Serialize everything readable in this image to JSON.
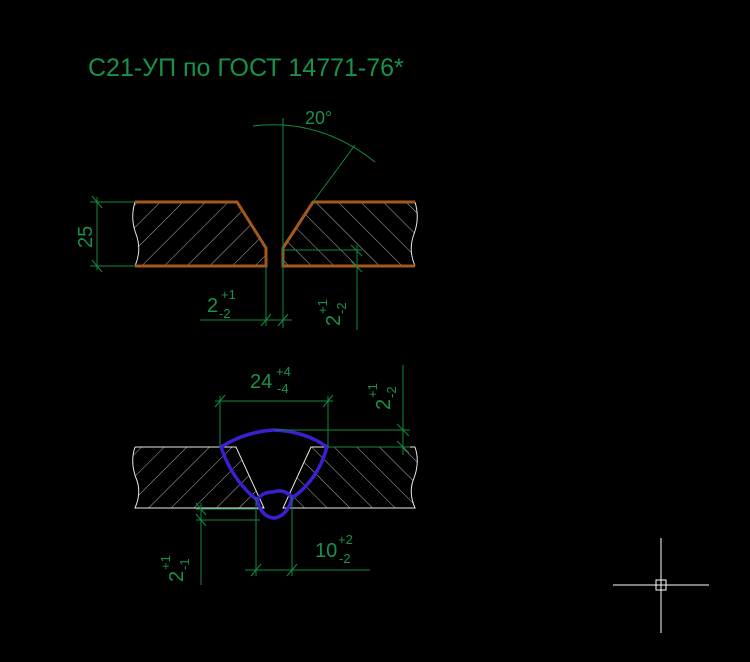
{
  "title": "С21-УП по ГОСТ 14771-76*",
  "colors": {
    "dimension": "#17934a",
    "edge": "#a4581c",
    "weld": "#3b1fd0",
    "background": "#000000"
  },
  "groove_prep": {
    "angle": "20°",
    "thickness": "25",
    "gap": {
      "base": "2",
      "upper": "+1",
      "lower": "-2"
    },
    "root_face": {
      "base": "2",
      "upper": "+1",
      "lower": "-2"
    }
  },
  "weld": {
    "width": {
      "base": "24",
      "upper": "+4",
      "lower": "-4"
    },
    "reinforcement": {
      "base": "2",
      "upper": "+1",
      "lower": "-2"
    },
    "root_reinforcement": {
      "base": "2",
      "upper": "+1",
      "lower": "-1"
    },
    "root_width": {
      "base": "10",
      "upper": "+2",
      "lower": "-2"
    }
  },
  "cursor": "crosshair-icon"
}
